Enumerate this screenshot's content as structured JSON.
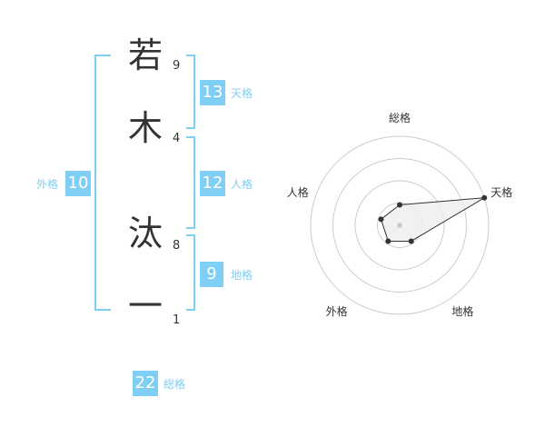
{
  "name": {
    "chars": [
      {
        "char": "若",
        "strokes": "9"
      },
      {
        "char": "木",
        "strokes": "4"
      },
      {
        "char": "汰",
        "strokes": "8"
      },
      {
        "char": "一",
        "strokes": "1"
      }
    ]
  },
  "kaku": {
    "tenkaku": {
      "value": "13",
      "label": "天格"
    },
    "jinkaku": {
      "value": "12",
      "label": "人格"
    },
    "chikaku": {
      "value": "9",
      "label": "地格"
    },
    "gaikaku": {
      "value": "10",
      "label": "外格"
    },
    "soukaku": {
      "value": "22",
      "label": "総格"
    }
  },
  "colors": {
    "accent": "#7fcef4",
    "text": "#333333",
    "radar_grid": "#cccccc",
    "radar_fill": "#eeeeee"
  },
  "chart_data": {
    "type": "radar",
    "axes": [
      "総格",
      "天格",
      "地格",
      "外格",
      "人格"
    ],
    "rings": 4,
    "range": [
      0,
      1
    ],
    "values": [
      0.23,
      1.0,
      0.22,
      0.22,
      0.22
    ]
  }
}
